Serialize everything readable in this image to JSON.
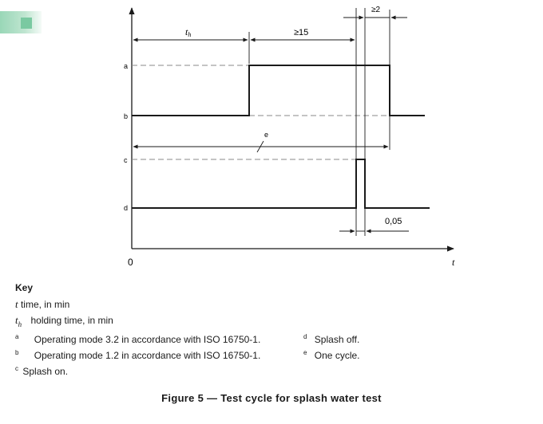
{
  "diagram": {
    "axis_y_origin": "0",
    "axis_x_label": "t",
    "level_labels": [
      "a",
      "b",
      "c",
      "d"
    ],
    "dim_th_label": "t",
    "dim_th_sub": "h",
    "dim_15_label": "≥15",
    "dim_2_label": "≥2",
    "dim_e_label": "e",
    "dim_005_label": "0,05"
  },
  "key": {
    "title": "Key",
    "t_symbol": "t",
    "t_text": "time,     in min",
    "th_symbol": "t",
    "th_sub": "h",
    "th_text": "holding time,  in min",
    "a_mark": "a",
    "a_text": "Operating  mode  3.2  in  accordance  with  ISO  16750-1.",
    "d_mark": "d",
    "d_text": "Splash     off.",
    "b_mark": "b",
    "b_text": "Operating  mode  1.2  in  accordance  with  ISO  16750-1.",
    "e_mark": "e",
    "e_text": "One     cycle.",
    "c_mark": "c",
    "c_text": "Splash      on."
  },
  "caption": "Figure 5 — Test cycle for splash water test"
}
